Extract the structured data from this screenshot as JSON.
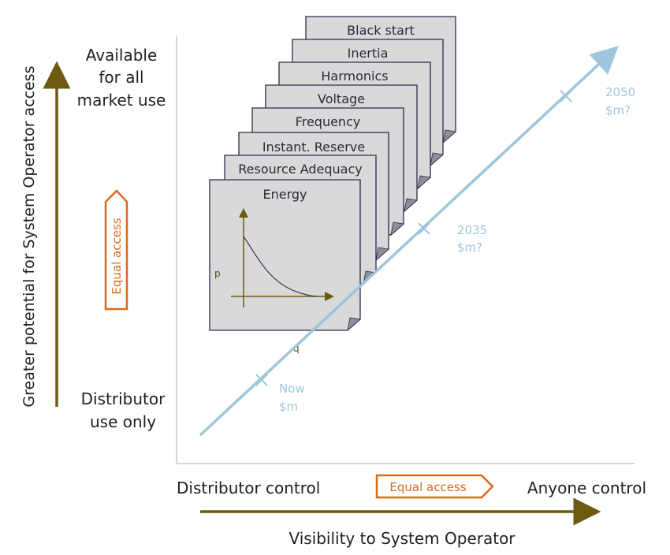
{
  "y_axis": {
    "label": "Greater potential for System Operator access",
    "top_label": [
      "Available",
      "for all",
      "market use"
    ],
    "bottom_label": [
      "Distributor",
      "use only"
    ],
    "equal_access": "Equal access"
  },
  "x_axis": {
    "label": "Visibility to System Operator",
    "left_label": "Distributor control",
    "right_label": "Anyone control",
    "equal_access": "Equal access"
  },
  "cards": [
    "Black start",
    "Inertia",
    "Harmonics",
    "Voltage",
    "Frequency",
    "Instant. Reserve",
    "Resource Adequacy",
    "Energy"
  ],
  "mini_chart": {
    "y_label": "p",
    "x_label": "q"
  },
  "timeline": [
    {
      "line1": "Now",
      "line2": "$m"
    },
    {
      "line1": "2035",
      "line2": "$m?"
    },
    {
      "line1": "2050",
      "line2": "$m?"
    }
  ],
  "colors": {
    "axis_arrow": "#6b5a10",
    "accent_orange": "#d86b1a",
    "trend_line": "#9ec6da",
    "card_fill": "#d9d9d9",
    "card_border": "#2b2b4b"
  }
}
